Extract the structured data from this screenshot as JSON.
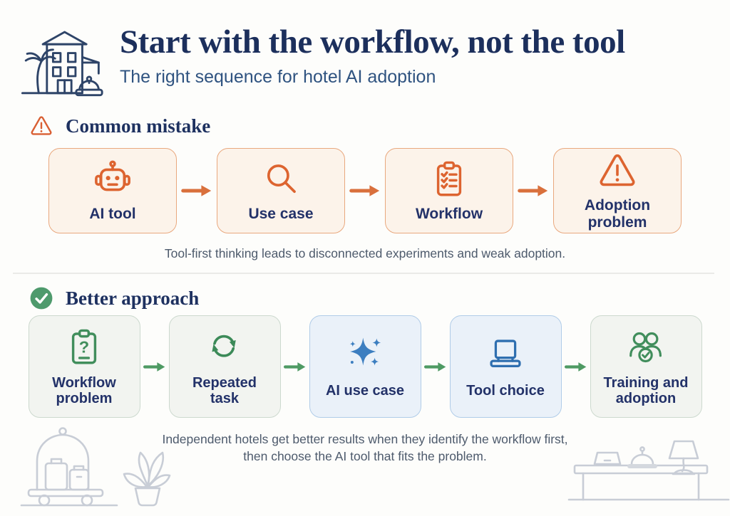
{
  "header": {
    "title": "Start with the workflow, not the tool",
    "subtitle": "The right sequence for hotel AI adoption",
    "icon": "hotel-building-icon"
  },
  "mistake": {
    "heading": "Common mistake",
    "heading_icon": "warning-triangle-icon",
    "steps": [
      {
        "label": "AI tool",
        "icon": "robot-icon"
      },
      {
        "label": "Use case",
        "icon": "magnifier-icon"
      },
      {
        "label": "Workflow",
        "icon": "clipboard-checklist-icon"
      },
      {
        "label": "Adoption problem",
        "icon": "warning-triangle-icon"
      }
    ],
    "caption": "Tool-first thinking leads to disconnected experiments and weak adoption."
  },
  "better": {
    "heading": "Better approach",
    "heading_icon": "check-circle-icon",
    "steps": [
      {
        "label": "Workflow problem",
        "icon": "clipboard-question-icon",
        "theme": "green"
      },
      {
        "label": "Repeated task",
        "icon": "cycle-arrows-icon",
        "theme": "green"
      },
      {
        "label": "AI use case",
        "icon": "sparkles-icon",
        "theme": "blue"
      },
      {
        "label": "Tool choice",
        "icon": "laptop-icon",
        "theme": "blue"
      },
      {
        "label": "Training and adoption",
        "icon": "people-check-icon",
        "theme": "green"
      }
    ],
    "caption": "Independent hotels get better results when they identify the workflow first, then choose the AI tool that fits the problem."
  },
  "glyphs": {
    "question_mark": "?"
  },
  "decorations": {
    "bottom_left": "luggage-cart-and-plant-illustration",
    "bottom_right": "reception-desk-illustration"
  },
  "colors": {
    "navy_title": "#1c2f5c",
    "navy_label": "#233269",
    "subtitle_blue": "#2f5380",
    "caption_gray": "#4d5a6c",
    "orange_icon": "#dd6430",
    "orange_border": "#e9a87e",
    "orange_bg": "#fcf3ea",
    "green_icon": "#418e5c",
    "green_border": "#ccd9ce",
    "green_bg": "#f2f4f0",
    "blue_icon": "#3c7ec0",
    "blue_border": "#b0cce8",
    "blue_bg": "#eaf1f9",
    "decor_gray": "#c8cdd6"
  }
}
